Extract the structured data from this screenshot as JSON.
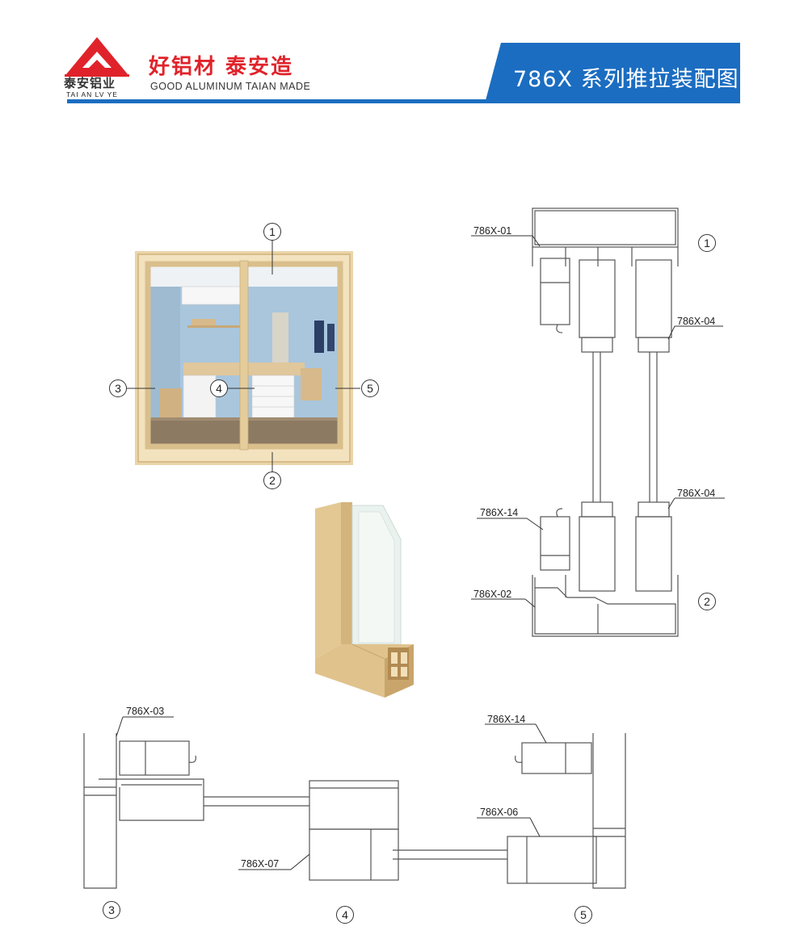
{
  "header": {
    "logo_cn": "泰安铝业",
    "logo_en": "TAI AN LV YE",
    "slogan_cn": "好铝材 泰安造",
    "slogan_en": "GOOD ALUMINUM TAIAN MADE",
    "title": "786X 系列推拉装配图"
  },
  "colors": {
    "brand_red": "#e0232a",
    "brand_blue": "#1b6dc1",
    "frame_wood": "#e9d3a6",
    "line": "#555555"
  },
  "callouts": [
    "1",
    "2",
    "3",
    "4",
    "5"
  ],
  "part_labels": {
    "p01": "786X-01",
    "p04a": "786X-04",
    "p04b": "786X-04",
    "p14a": "786X-14",
    "p02": "786X-02",
    "p03": "786X-03",
    "p14b": "786X-14",
    "p06": "786X-06",
    "p07": "786X-07"
  }
}
